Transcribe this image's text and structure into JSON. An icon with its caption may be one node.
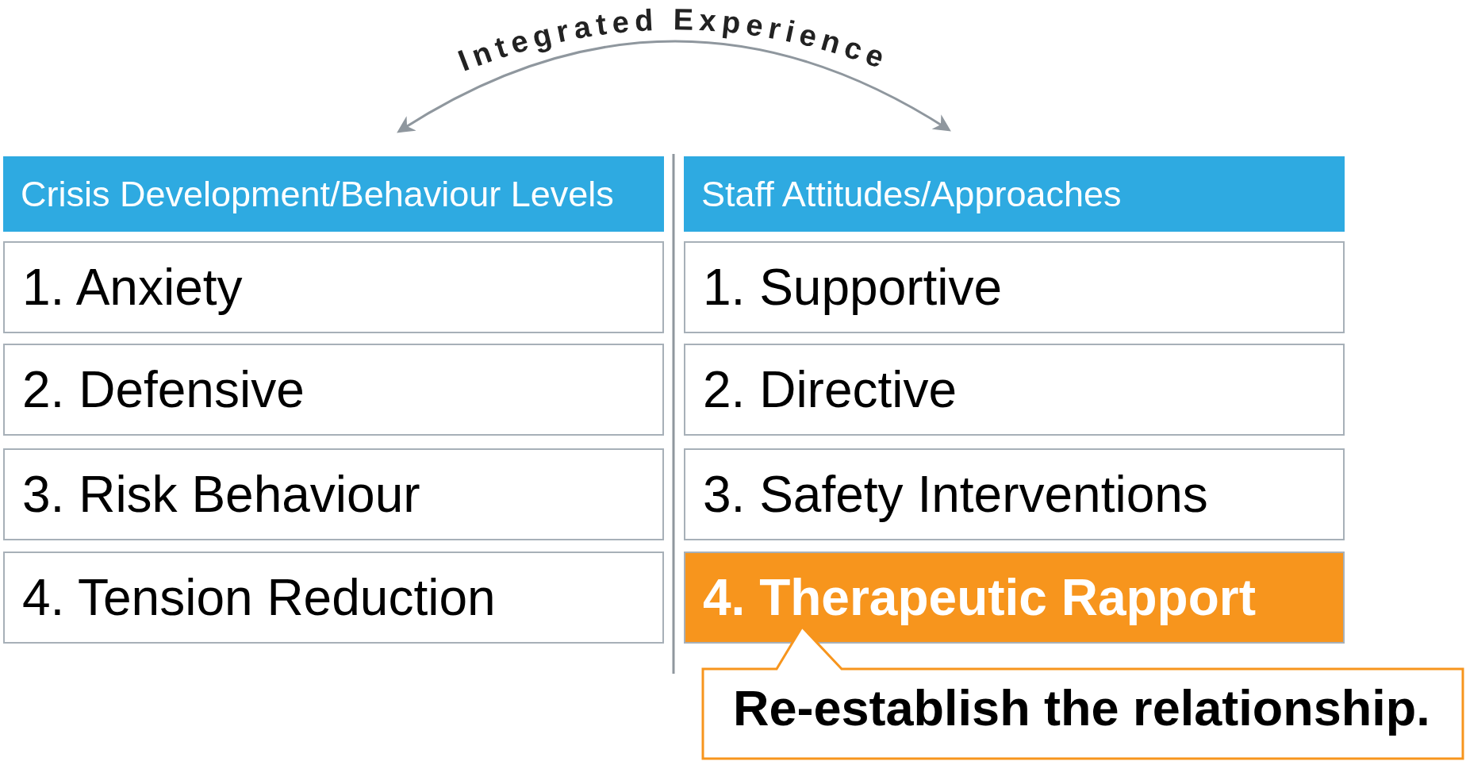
{
  "diagram": {
    "nodes": [
      {
        "text": [
          "Crisis Development/Behaviour Levels"
        ]
      },
      {
        "text": [
          "1. Anxiety"
        ]
      },
      {
        "text": [
          "2. Defensive"
        ]
      },
      {
        "text": [
          "3. Risk Behaviour"
        ]
      },
      {
        "text": [
          "4. Tension Reduction"
        ]
      },
      {
        "text": [
          "Staff Attitudes/Approaches"
        ]
      },
      {
        "text": [
          "1. Supportive"
        ]
      },
      {
        "text": [
          "2. Directive"
        ]
      },
      {
        "text": [
          "3. Safety Interventions"
        ]
      },
      {
        "text": [
          "4. Therapeutic Rapport"
        ]
      },
      {
        "text": [
          "Re-establish the relationship."
        ]
      }
    ],
    "edges": [
      {
        "from": 0,
        "to": 5,
        "arrow": "both",
        "label": "Integrated Experience"
      }
    ]
  }
}
